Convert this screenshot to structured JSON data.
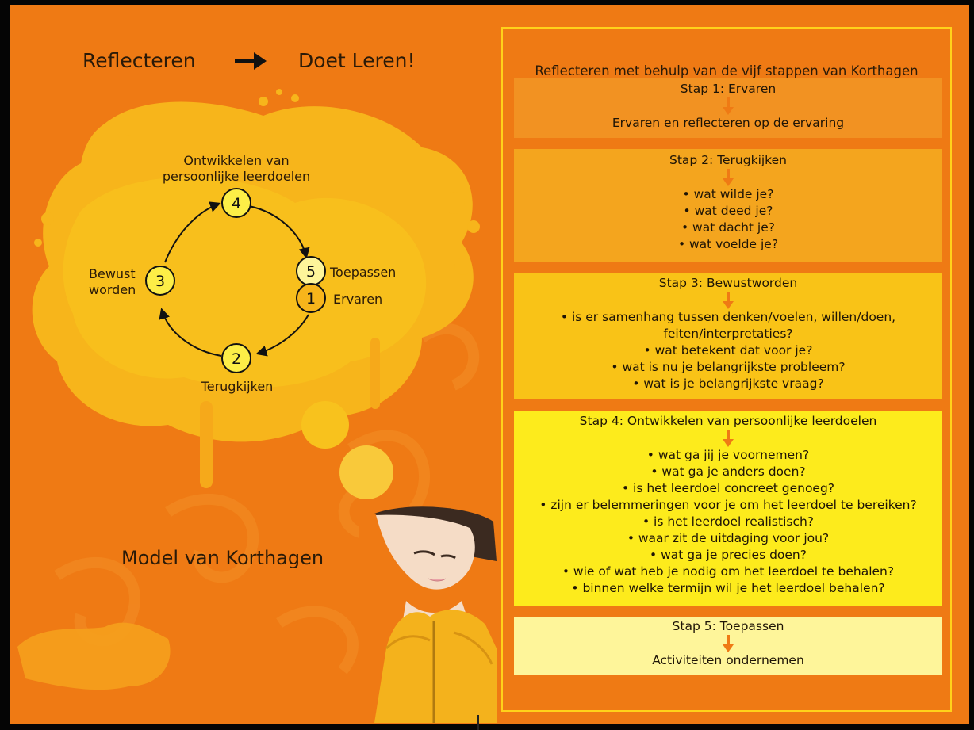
{
  "header": {
    "left": "Reflecteren",
    "right": "Doet Leren!"
  },
  "cycle": {
    "steps": [
      {
        "number": "1",
        "label": "Ervaren"
      },
      {
        "number": "2",
        "label": "Terugkijken"
      },
      {
        "number": "3",
        "label": [
          "Bewust",
          "worden"
        ]
      },
      {
        "number": "4",
        "label": [
          "Ontwikkelen van",
          "persoonlijke leerdoelen"
        ]
      },
      {
        "number": "5",
        "label": "Toepassen"
      }
    ]
  },
  "model_title": "Model van Korthagen",
  "panel": {
    "title": "Reflecteren met behulp van de vijf stappen van Korthagen",
    "steps": [
      {
        "title": "Stap 1: Ervaren",
        "lines": [
          "Ervaren en reflecteren op de ervaring"
        ]
      },
      {
        "title": "Stap 2: Terugkijken",
        "lines": [
          "• wat wilde je?",
          "• wat deed je?",
          "• wat dacht je?",
          "• wat voelde je?"
        ]
      },
      {
        "title": "Stap 3: Bewustworden",
        "lines": [
          "• is er samenhang tussen  denken/voelen, willen/doen,",
          "feiten/interpretaties?",
          "• wat betekent dat voor je?",
          "• wat is nu je belangrijkste probleem?",
          "• wat is je belangrijkste vraag?"
        ]
      },
      {
        "title": "Stap 4: Ontwikkelen van persoonlijke leerdoelen",
        "lines": [
          "• wat ga jij je voornemen?",
          "• wat ga je anders doen?",
          "• is het leerdoel concreet genoeg?",
          "• zijn er belemmeringen voor je om het leerdoel te bereiken?",
          "• is het leerdoel realistisch?",
          "• waar zit de uitdaging voor jou?",
          "• wat ga je precies doen?",
          "• wie of wat heb je nodig om het leerdoel te behalen?",
          "• binnen welke termijn wil je het leerdoel behalen?"
        ]
      },
      {
        "title": "Stap 5: Toepassen",
        "lines": [
          "Activiteiten ondernemen"
        ]
      }
    ]
  },
  "colors": {
    "background": "#ef7a14",
    "splash": "#f7b51b",
    "panel_border": "#ffd21a",
    "arrow": "#ef7a14",
    "step1": "#f29222",
    "step2": "#f4a51e",
    "step3": "#f9c317",
    "step4": "#fdeb1c",
    "step5": "#fef59a"
  },
  "icons": [
    "arrow-right-icon",
    "arrow-down-icon",
    "portrait-illustration",
    "splash-decoration"
  ]
}
